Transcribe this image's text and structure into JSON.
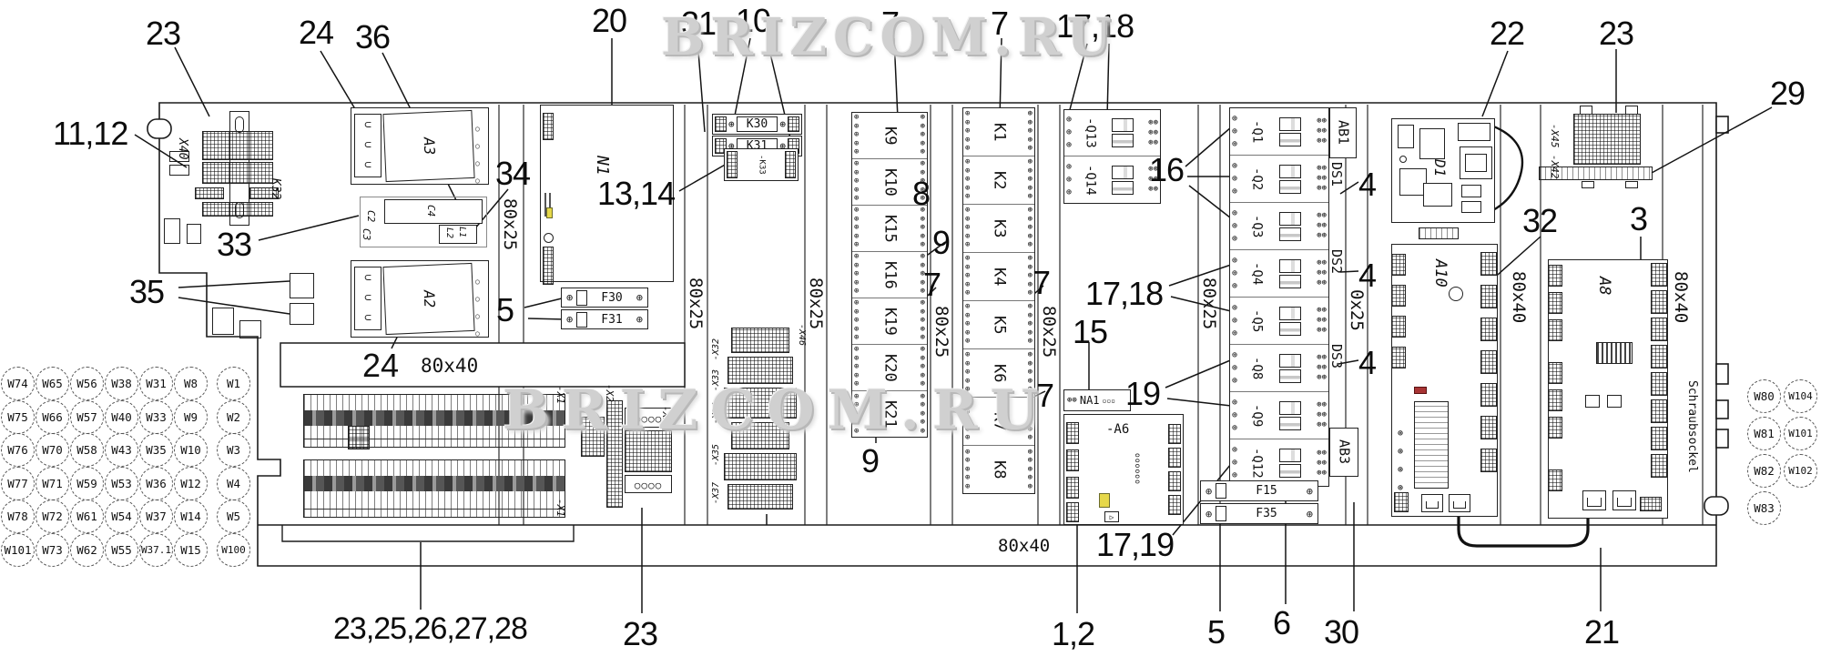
{
  "watermark": {
    "text": "BRIZCOM.RU"
  },
  "callouts": {
    "c23a": "23",
    "c1112": "11,12",
    "c24a": "24",
    "c36": "36",
    "c20": "20",
    "c31": "31",
    "c10": "10",
    "c1314": "13,14",
    "c7a": "7",
    "c7b": "7",
    "c1718a": "17,18",
    "c34": "34",
    "c33": "33",
    "c35": "35",
    "c24b": "24",
    "c5a": "5",
    "c8": "8",
    "c9a": "9",
    "c7c": "7",
    "c7d": "7",
    "c7e": "7",
    "c9b": "9",
    "c15": "15",
    "c16": "16",
    "c1718b": "17,18",
    "c19": "19",
    "c4a": "4",
    "c4b": "4",
    "c4c": "4",
    "c22": "22",
    "c23b": "23",
    "c29": "29",
    "c32": "32",
    "c3": "3",
    "c1719": "17,19",
    "c12": "1,2",
    "c5b": "5",
    "c6": "6",
    "c30": "30",
    "c21": "21",
    "c2325": "23,25,26,27,28",
    "c23c": "23"
  },
  "rails": {
    "h_top_size": "80x40",
    "h_bottom_size": "80x40",
    "v1": "80x25",
    "v2": "80x25",
    "v3": "80x25",
    "v4": "80x25",
    "v5": "80x25",
    "v6": "80x25",
    "v7": "0x25",
    "v8": "80x40",
    "v9": "80x40"
  },
  "devices": {
    "x40": "X40",
    "k32": "K32",
    "a3": "A3",
    "a2": "A2",
    "c2": "C2",
    "c3": "C3",
    "c4": "C4",
    "l1": "L1",
    "l2": "L2",
    "n1": "N1",
    "f30": "F30",
    "f31": "F31",
    "k30": "K30",
    "k31": "K31",
    "k33": "-K33",
    "k_rail_left": [
      "K9",
      "K10",
      "K15",
      "K16",
      "K19",
      "K20",
      "K21"
    ],
    "k_rail_right": [
      "K1",
      "K2",
      "K3",
      "K4",
      "K5",
      "K6",
      "K7",
      "K8"
    ],
    "q13": "-Q13",
    "q14": "-Q14",
    "q_rail": [
      "-Q1",
      "-Q2",
      "-Q3",
      "-Q4",
      "-Q5",
      "-Q8",
      "-Q9",
      "-Q12"
    ],
    "groups": {
      "ab1": "AB1",
      "ds1": "DS1",
      "ds2": "DS2",
      "ds3": "DS3",
      "ab3": "AB3"
    },
    "f15": "F15",
    "f35": "F35",
    "na1": "NA1",
    "a6": "-A6",
    "d1": "D1",
    "a10": "A10",
    "a8": "A8",
    "x45": "-X45",
    "x42": "-X42",
    "x46": "-X46",
    "x_stack": [
      "-X32",
      "-X33",
      "-X34",
      "-X35",
      "-X37"
    ],
    "x1_top": "-X1",
    "x1_bottom": "-X1",
    "x2": "-X2",
    "x30": "-X30",
    "schraubsockel": "Schraubsockel"
  },
  "wires": {
    "left": [
      "W74",
      "W65",
      "W56",
      "W38",
      "W31",
      "W8",
      "W1",
      "W75",
      "W66",
      "W57",
      "W40",
      "W33",
      "W9",
      "W2",
      "W76",
      "W70",
      "W58",
      "W43",
      "W35",
      "W10",
      "W3",
      "W77",
      "W71",
      "W59",
      "W53",
      "W36",
      "W12",
      "W4",
      "W78",
      "W72",
      "W61",
      "W54",
      "W37",
      "W14",
      "W5",
      "W101",
      "W73",
      "W62",
      "W55",
      "W37.1",
      "W15",
      "W100"
    ],
    "right": [
      "W80",
      "W104",
      "W81",
      "W101",
      "W82",
      "W102",
      "W83"
    ]
  }
}
